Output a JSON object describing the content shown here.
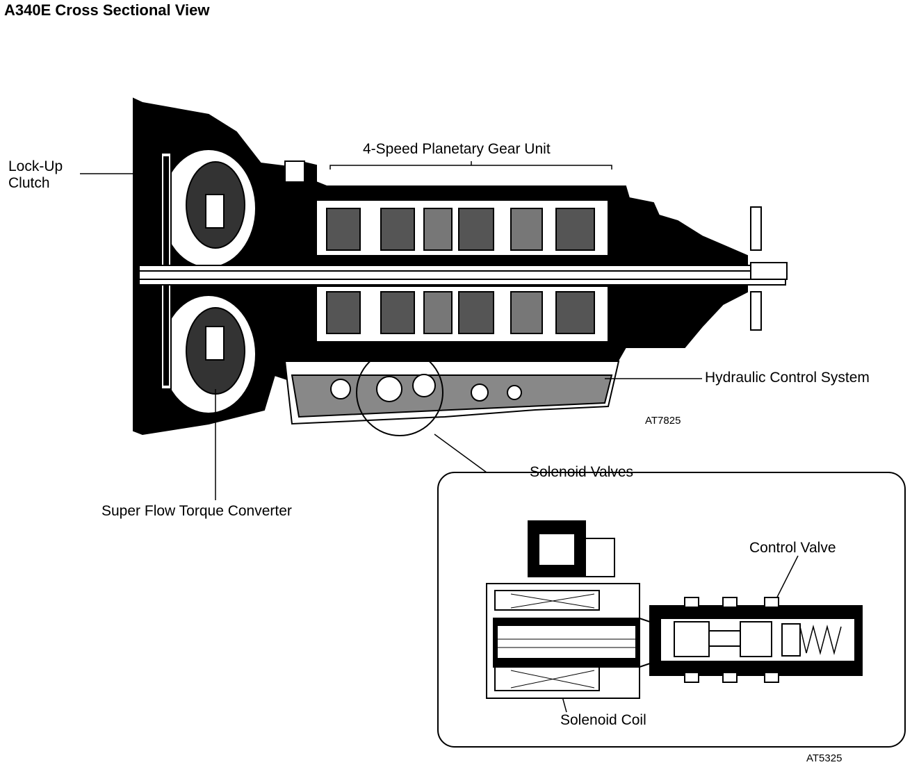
{
  "title": "A340E Cross Sectional View",
  "labels": {
    "lockup": "Lock-Up\nClutch",
    "gear_unit": "4-Speed Planetary Gear Unit",
    "hydraulic": "Hydraulic Control System",
    "solenoid_valves": "Solenoid Valves",
    "torque_converter": "Super Flow Torque Converter",
    "control_valve": "Control Valve",
    "solenoid_coil": "Solenoid Coil"
  },
  "figure_codes": {
    "main": "AT7825",
    "detail": "AT5325"
  }
}
